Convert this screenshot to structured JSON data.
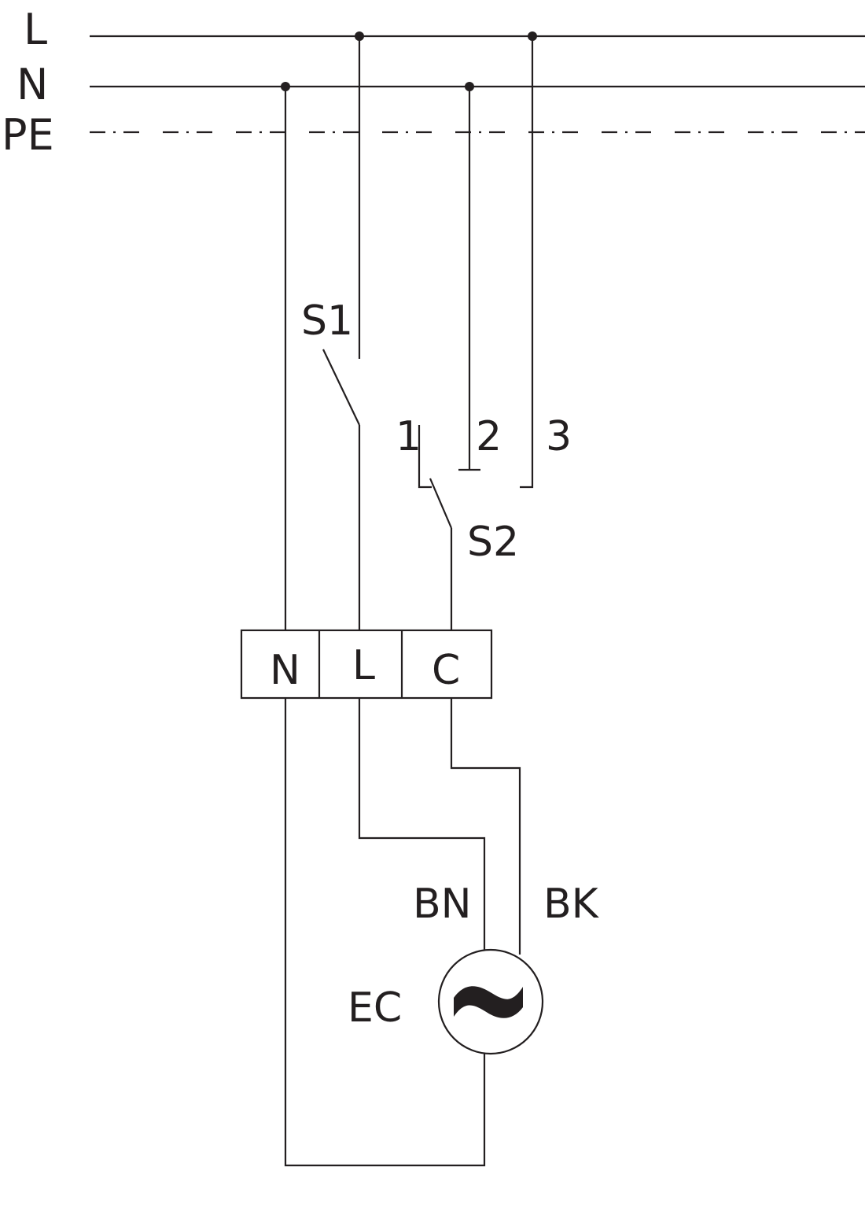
{
  "bus_labels": {
    "line": "L",
    "neutral": "N",
    "earth": "PE"
  },
  "switches": {
    "s1": "S1",
    "s2": "S2",
    "s2_positions": [
      "1",
      "2",
      "3"
    ]
  },
  "terminal_block": {
    "n": "N",
    "l": "L",
    "c": "C"
  },
  "motor": {
    "label": "EC",
    "wire_brown": "BN",
    "wire_black": "BK",
    "symbol": "ac-tilde"
  },
  "colors": {
    "ink": "#231f20",
    "background": "#ffffff"
  }
}
